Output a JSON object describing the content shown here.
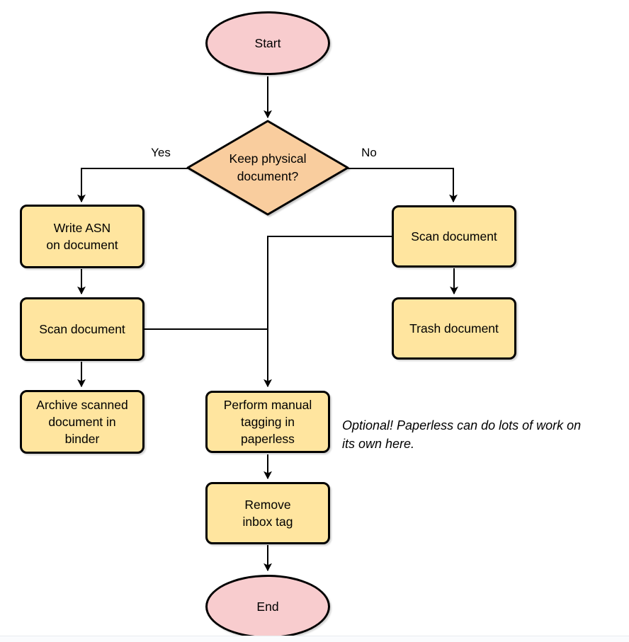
{
  "palette": {
    "canvas_bg": "#FFFFFF",
    "terminal_fill": "#F8CCCE",
    "decision_fill": "#F9CD9E",
    "process_fill": "#FFE59F",
    "stroke_color": "#000000",
    "text_color": "#000000",
    "divider_color": "#E8ECEF"
  },
  "flowchart": {
    "nodes": {
      "start": {
        "label": "Start"
      },
      "decision": {
        "label": "Keep physical\ndocument?"
      },
      "write_asn": {
        "label": "Write ASN\non document"
      },
      "scan_left": {
        "label": "Scan document"
      },
      "archive": {
        "label": "Archive scanned\ndocument in\nbinder"
      },
      "scan_right": {
        "label": "Scan document"
      },
      "trash": {
        "label": "Trash document"
      },
      "perform_tagging": {
        "label": "Perform manual\ntagging in\npaperless"
      },
      "remove_inbox": {
        "label": "Remove\ninbox tag"
      },
      "end": {
        "label": "End"
      }
    },
    "edge_labels": {
      "yes": "Yes",
      "no": "No"
    },
    "annotation": "Optional! Paperless can do lots of work on\nits own here."
  }
}
